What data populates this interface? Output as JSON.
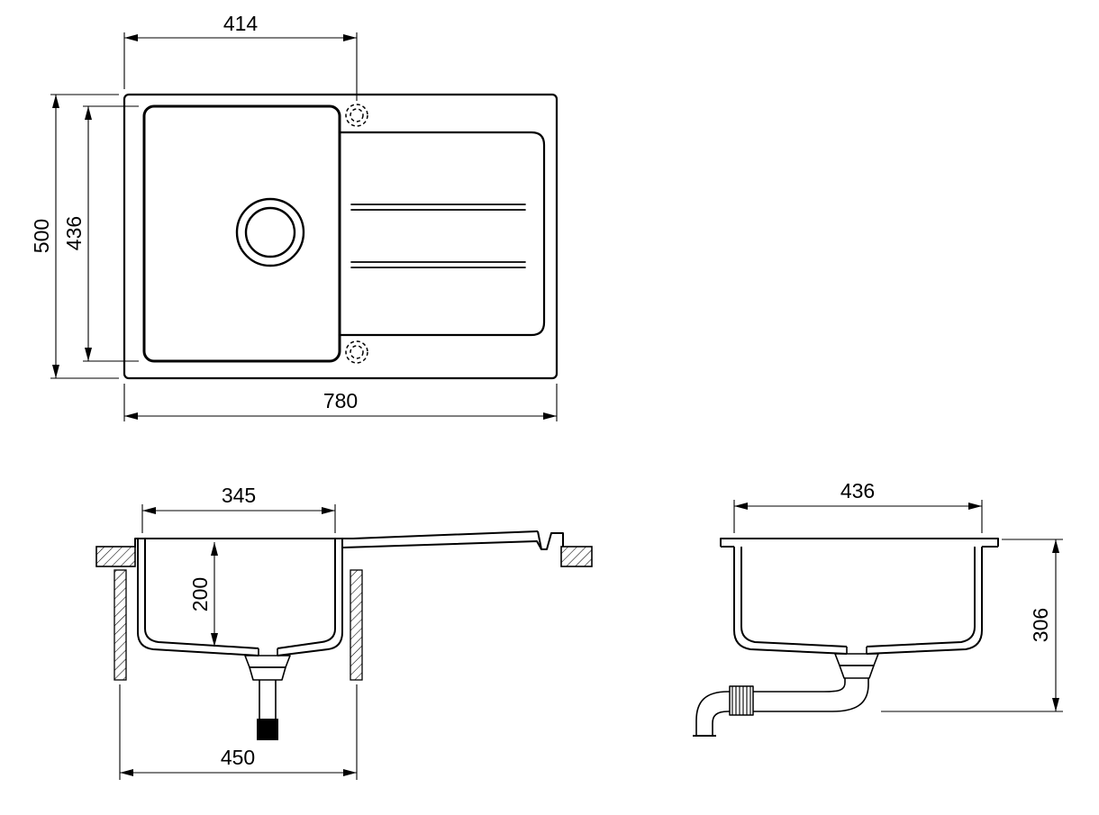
{
  "colors": {
    "line": "#000000",
    "background": "#ffffff"
  },
  "drawing": {
    "top_view": {
      "dim_width_top": "414",
      "dim_height_outer": "500",
      "dim_height_inner": "436",
      "dim_width_bottom": "780"
    },
    "front_section": {
      "dim_bowl_width": "345",
      "dim_bowl_depth": "200",
      "dim_base_width": "450"
    },
    "side_section": {
      "dim_bowl_length": "436",
      "dim_total_depth": "306"
    }
  }
}
